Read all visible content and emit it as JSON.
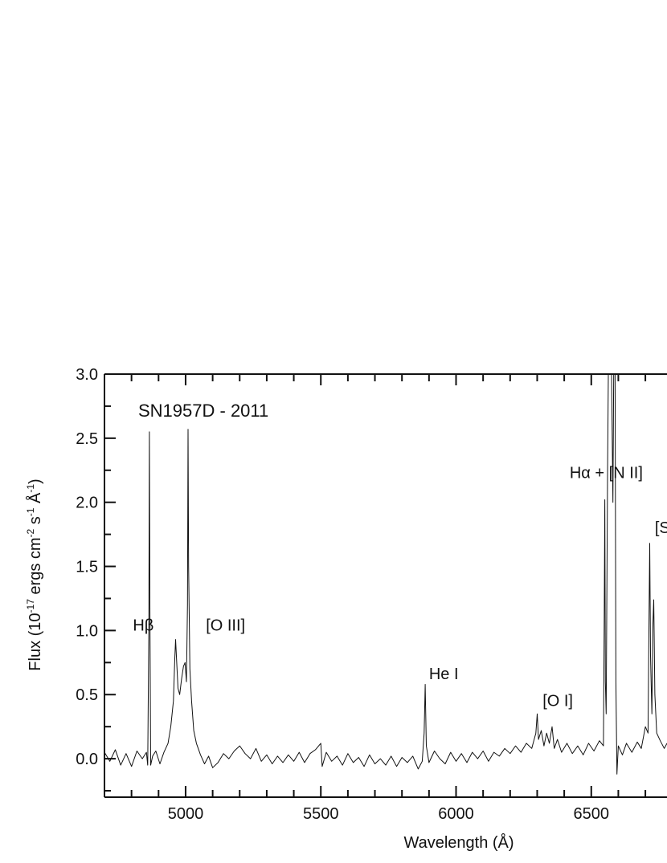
{
  "chart_data": {
    "type": "line",
    "title": "SN1957D - 2011",
    "xlabel": "Wavelength (Å)",
    "ylabel": {
      "base": "Flux (10",
      "exp1": "-17",
      "mid1": " ergs cm",
      "exp2": "-2",
      "mid2": " s",
      "exp3": "-1",
      "mid3": " Å",
      "exp4": "-1",
      "tail": ")"
    },
    "xlim": [
      4700,
      6780
    ],
    "ylim": [
      -0.3,
      3.0
    ],
    "x_ticks": [
      5000,
      5500,
      6000,
      6500
    ],
    "y_ticks": [
      0.0,
      0.5,
      1.0,
      1.5,
      2.0,
      2.5,
      3.0
    ],
    "y_tick_labels": [
      "0.0",
      "0.5",
      "1.0",
      "1.5",
      "2.0",
      "2.5",
      "3.0"
    ],
    "grid": false,
    "colors": {
      "line": "#111111",
      "axis": "#111111"
    },
    "annotations": [
      {
        "text": "Hβ",
        "x": 4805,
        "y": 1.0
      },
      {
        "text": "[O III]",
        "x": 5075,
        "y": 1.0
      },
      {
        "text": "He I",
        "x": 5900,
        "y": 0.62
      },
      {
        "text": "[O I]",
        "x": 6320,
        "y": 0.41
      },
      {
        "text": "Hα + [N II]",
        "x": 6420,
        "y": 2.19
      },
      {
        "text": "[S I",
        "x": 6735,
        "y": 1.76
      }
    ],
    "series": [
      {
        "points": [
          [
            4700,
            0.05
          ],
          [
            4720,
            -0.02
          ],
          [
            4740,
            0.07
          ],
          [
            4760,
            -0.05
          ],
          [
            4780,
            0.04
          ],
          [
            4800,
            -0.06
          ],
          [
            4820,
            0.06
          ],
          [
            4840,
            0.0
          ],
          [
            4855,
            0.05
          ],
          [
            4860,
            -0.05
          ],
          [
            4864,
            1.0
          ],
          [
            4866,
            2.55
          ],
          [
            4868,
            1.2
          ],
          [
            4871,
            -0.05
          ],
          [
            4878,
            0.02
          ],
          [
            4890,
            0.06
          ],
          [
            4905,
            -0.04
          ],
          [
            4920,
            0.05
          ],
          [
            4935,
            0.12
          ],
          [
            4945,
            0.25
          ],
          [
            4955,
            0.45
          ],
          [
            4960,
            0.78
          ],
          [
            4963,
            0.93
          ],
          [
            4966,
            0.8
          ],
          [
            4972,
            0.55
          ],
          [
            4978,
            0.5
          ],
          [
            4985,
            0.62
          ],
          [
            4992,
            0.72
          ],
          [
            4998,
            0.75
          ],
          [
            5003,
            0.6
          ],
          [
            5007,
            1.2
          ],
          [
            5009,
            2.57
          ],
          [
            5011,
            1.5
          ],
          [
            5016,
            0.7
          ],
          [
            5022,
            0.45
          ],
          [
            5030,
            0.22
          ],
          [
            5040,
            0.12
          ],
          [
            5055,
            0.03
          ],
          [
            5070,
            -0.04
          ],
          [
            5085,
            0.02
          ],
          [
            5100,
            -0.07
          ],
          [
            5120,
            -0.03
          ],
          [
            5140,
            0.04
          ],
          [
            5160,
            0.0
          ],
          [
            5180,
            0.06
          ],
          [
            5200,
            0.1
          ],
          [
            5220,
            0.04
          ],
          [
            5240,
            0.0
          ],
          [
            5260,
            0.08
          ],
          [
            5280,
            -0.02
          ],
          [
            5300,
            0.03
          ],
          [
            5320,
            -0.04
          ],
          [
            5340,
            0.02
          ],
          [
            5360,
            -0.03
          ],
          [
            5380,
            0.03
          ],
          [
            5400,
            -0.02
          ],
          [
            5420,
            0.05
          ],
          [
            5440,
            -0.03
          ],
          [
            5460,
            0.04
          ],
          [
            5480,
            0.07
          ],
          [
            5500,
            0.12
          ],
          [
            5505,
            -0.06
          ],
          [
            5520,
            0.05
          ],
          [
            5540,
            -0.02
          ],
          [
            5560,
            0.02
          ],
          [
            5580,
            -0.05
          ],
          [
            5600,
            0.04
          ],
          [
            5620,
            -0.03
          ],
          [
            5640,
            0.01
          ],
          [
            5660,
            -0.06
          ],
          [
            5680,
            0.03
          ],
          [
            5700,
            -0.04
          ],
          [
            5720,
            0.0
          ],
          [
            5740,
            -0.05
          ],
          [
            5760,
            0.02
          ],
          [
            5780,
            -0.06
          ],
          [
            5800,
            0.01
          ],
          [
            5820,
            -0.03
          ],
          [
            5840,
            0.02
          ],
          [
            5860,
            -0.08
          ],
          [
            5875,
            -0.02
          ],
          [
            5882,
            0.2
          ],
          [
            5886,
            0.58
          ],
          [
            5890,
            0.1
          ],
          [
            5900,
            -0.03
          ],
          [
            5920,
            0.06
          ],
          [
            5940,
            0.0
          ],
          [
            5960,
            -0.04
          ],
          [
            5980,
            0.05
          ],
          [
            6000,
            -0.02
          ],
          [
            6020,
            0.04
          ],
          [
            6040,
            -0.03
          ],
          [
            6060,
            0.05
          ],
          [
            6080,
            0.0
          ],
          [
            6100,
            0.06
          ],
          [
            6120,
            -0.02
          ],
          [
            6140,
            0.05
          ],
          [
            6160,
            0.02
          ],
          [
            6180,
            0.08
          ],
          [
            6200,
            0.04
          ],
          [
            6220,
            0.1
          ],
          [
            6240,
            0.05
          ],
          [
            6260,
            0.12
          ],
          [
            6280,
            0.08
          ],
          [
            6295,
            0.2
          ],
          [
            6300,
            0.35
          ],
          [
            6305,
            0.15
          ],
          [
            6315,
            0.22
          ],
          [
            6325,
            0.1
          ],
          [
            6335,
            0.2
          ],
          [
            6345,
            0.12
          ],
          [
            6355,
            0.25
          ],
          [
            6363,
            0.08
          ],
          [
            6375,
            0.15
          ],
          [
            6390,
            0.05
          ],
          [
            6410,
            0.12
          ],
          [
            6430,
            0.04
          ],
          [
            6450,
            0.1
          ],
          [
            6470,
            0.03
          ],
          [
            6490,
            0.12
          ],
          [
            6510,
            0.06
          ],
          [
            6530,
            0.14
          ],
          [
            6545,
            0.1
          ],
          [
            6548,
            1.1
          ],
          [
            6550,
            2.02
          ],
          [
            6552,
            0.6
          ],
          [
            6555,
            0.35
          ],
          [
            6560,
            2.2
          ],
          [
            6563,
            3.0
          ],
          [
            6575,
            3.0
          ],
          [
            6580,
            2.0
          ],
          [
            6583,
            3.0
          ],
          [
            6588,
            3.0
          ],
          [
            6591,
            0.6
          ],
          [
            6595,
            -0.12
          ],
          [
            6600,
            0.1
          ],
          [
            6615,
            0.03
          ],
          [
            6630,
            0.12
          ],
          [
            6650,
            0.05
          ],
          [
            6670,
            0.13
          ],
          [
            6685,
            0.08
          ],
          [
            6700,
            0.25
          ],
          [
            6710,
            0.2
          ],
          [
            6713,
            1.0
          ],
          [
            6716,
            1.68
          ],
          [
            6719,
            0.8
          ],
          [
            6724,
            0.35
          ],
          [
            6727,
            1.0
          ],
          [
            6731,
            1.24
          ],
          [
            6735,
            0.5
          ],
          [
            6742,
            0.2
          ],
          [
            6755,
            0.14
          ],
          [
            6770,
            0.08
          ],
          [
            6780,
            0.12
          ]
        ]
      }
    ]
  }
}
